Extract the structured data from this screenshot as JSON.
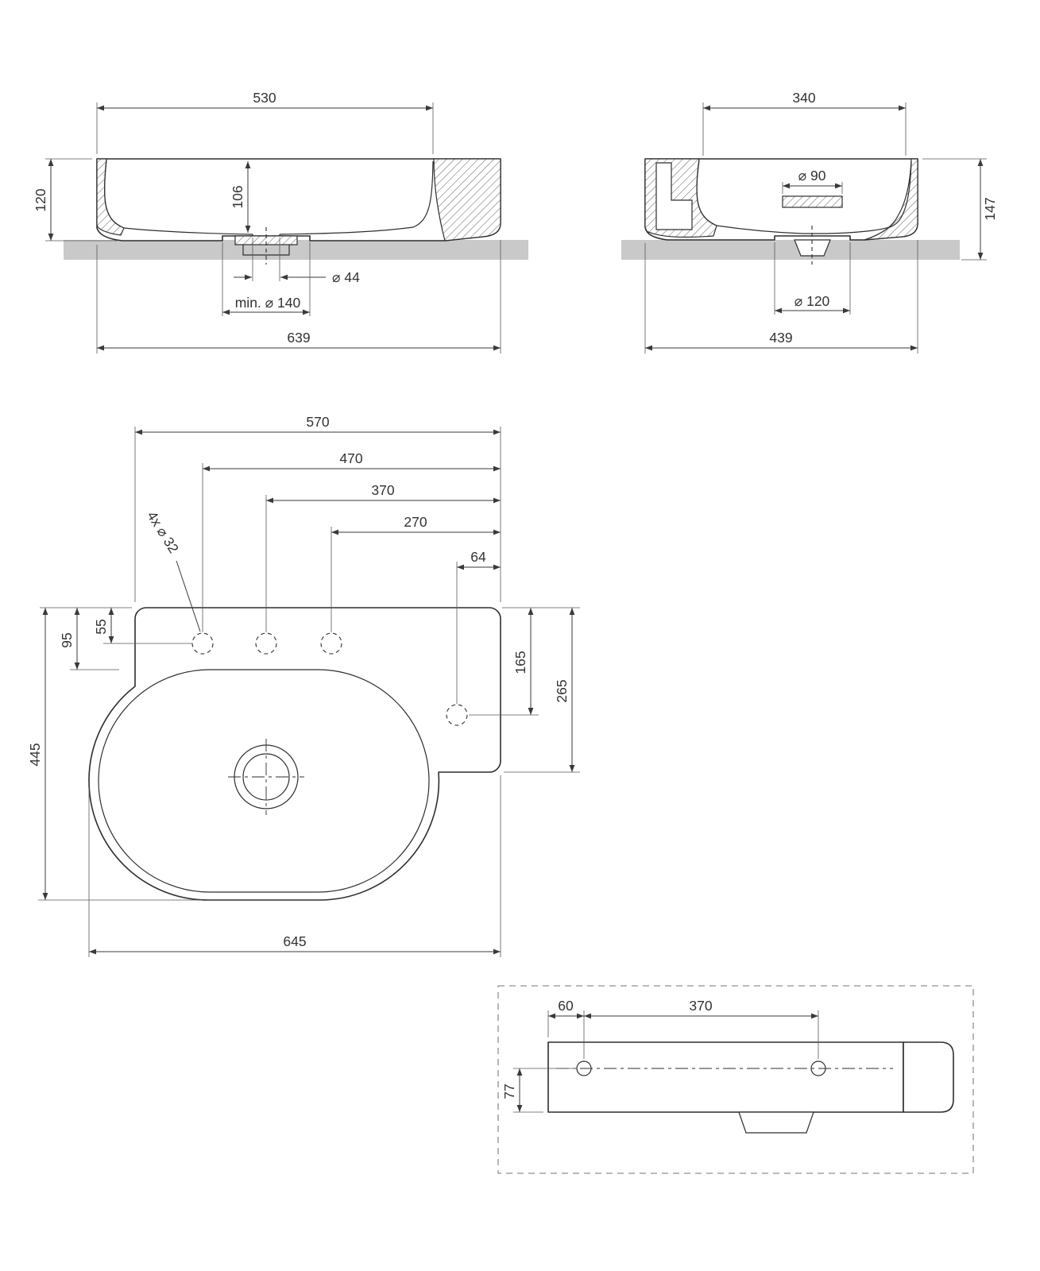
{
  "meta": {
    "drawing_type": "washbasin technical dimension drawing",
    "line_color": "#2e2e2e",
    "wall_band_color": "#c9c9c9",
    "background": "#ffffff"
  },
  "front_view": {
    "width_inner": "530",
    "height": "120",
    "depth_inner": "106",
    "drain_diameter": "⌀ 44",
    "clearance": "min. ⌀ 140",
    "width_overall": "639"
  },
  "side_view": {
    "width_inner": "340",
    "overflow_diameter": "⌀ 90",
    "height": "147",
    "drain_clearance": "⌀ 120",
    "width_overall": "439"
  },
  "plan_view": {
    "dim_570": "570",
    "dim_470": "470",
    "dim_370": "370",
    "dim_270": "270",
    "dim_64": "64",
    "label_holes": "4x ⌀ 32",
    "dim_95": "95",
    "dim_55": "55",
    "dim_165": "165",
    "dim_265": "265",
    "dim_445": "445",
    "dim_645": "645"
  },
  "bottom_view": {
    "dim_60": "60",
    "dim_370": "370",
    "dim_77": "77"
  }
}
